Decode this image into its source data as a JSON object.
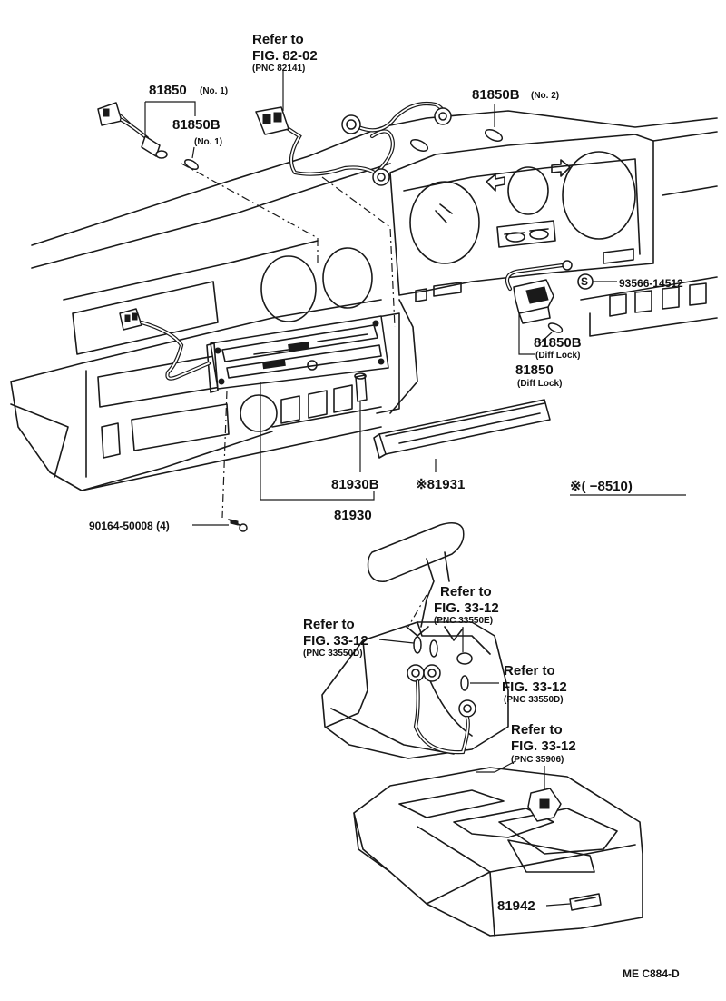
{
  "labels": {
    "ref_82": "Refer to",
    "fig_82": "FIG. 82-02",
    "pnc_82": "(PNC 82141)",
    "p81850": "81850",
    "no1_a": "(No. 1)",
    "p81850b": "81850B",
    "no1_b": "(No. 1)",
    "p81850b_2": "81850B",
    "no2": "(No. 2)",
    "p93566": "93566-14512",
    "s_mark": "S",
    "p81850b_dl": "81850B",
    "difflock_a": "(Diff Lock)",
    "p81850_dl": "81850",
    "difflock_b": "(Diff Lock)",
    "p81930b": "81930B",
    "p81931": "※81931",
    "p81930": "81930",
    "note_range": "※(        −8510)",
    "p90164": "90164-50008 (4)",
    "ref_e": "Refer to",
    "fig_e": "FIG. 33-12",
    "pnc_e": "(PNC 33550E)",
    "ref_d1": "Refer to",
    "fig_d1": "FIG. 33-12",
    "pnc_d1": "(PNC 33550D)",
    "ref_d2": "Refer to",
    "fig_d2": "FIG. 33-12",
    "pnc_d2": "(PNC 33550D)",
    "ref_35": "Refer to",
    "fig_35": "FIG. 33-12",
    "pnc_35": "(PNC 35906)",
    "p81942": "81942",
    "code": "ME  C884-D"
  }
}
